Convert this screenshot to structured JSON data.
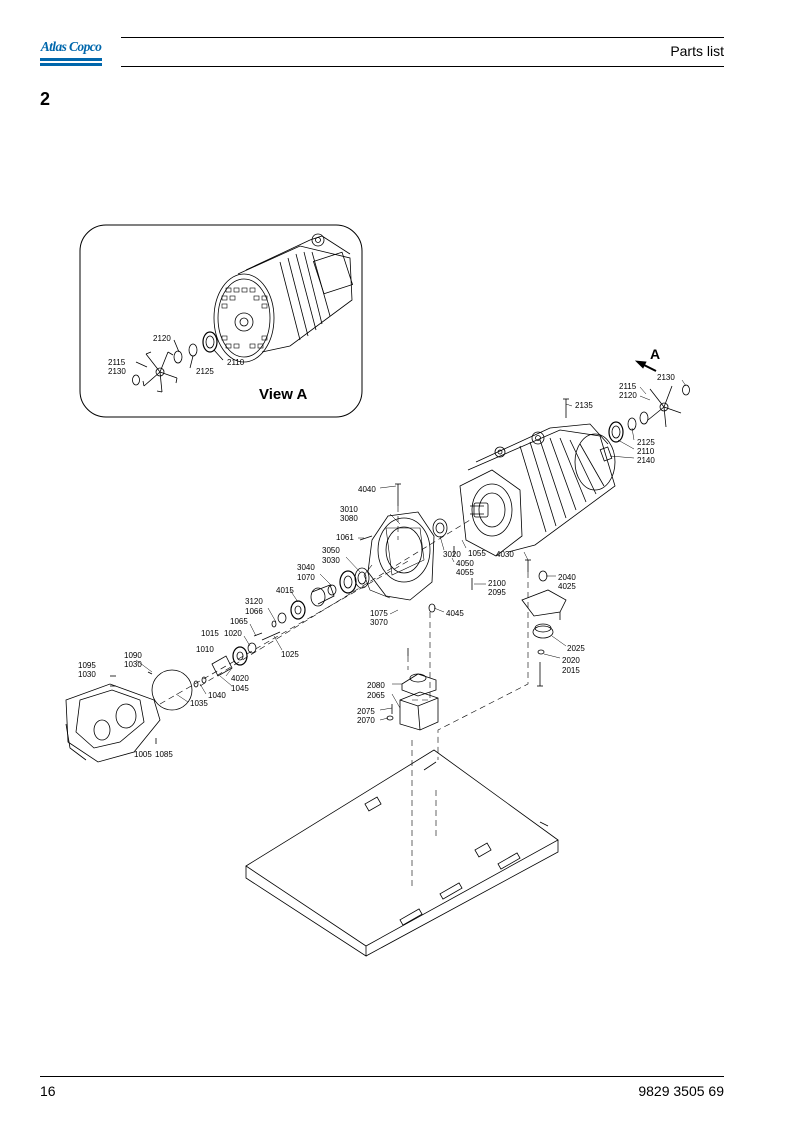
{
  "header": {
    "brand": "Atlas Copco",
    "title": "Parts list"
  },
  "section_number": "2",
  "inset": {
    "view_label": "View A",
    "callouts": [
      "2120",
      "2115",
      "2130",
      "2125",
      "2110"
    ]
  },
  "view_arrow_letter": "A",
  "callouts": {
    "c2130": "2130",
    "c2115": "2115",
    "c2120": "2120",
    "c2135": "2135",
    "c2125": "2125",
    "c2110": "2110",
    "c2140": "2140",
    "c4040": "4040",
    "c3010": "3010",
    "c3080": "3080",
    "c1061": "1061",
    "c3020": "3020",
    "c1055": "1055",
    "c4050": "4050",
    "c4055": "4055",
    "c4030": "4030",
    "c2040": "2040",
    "c4025": "4025",
    "c3050": "3050",
    "c3030": "3030",
    "c3040": "3040",
    "c1070": "1070",
    "c2100": "2100",
    "c2095": "2095",
    "c4015": "4015",
    "c3120": "3120",
    "c1066": "1066",
    "c1075": "1075",
    "c3070": "3070",
    "c4045": "4045",
    "c1065": "1065",
    "c1015": "1015",
    "c1020": "1020",
    "c1025": "1025",
    "c2025": "2025",
    "c2020": "2020",
    "c2015": "2015",
    "c1090": "1090",
    "c1030a": "1030",
    "c1095": "1095",
    "c1030b": "1030",
    "c1010": "1010",
    "c4020": "4020",
    "c1045": "1045",
    "c1040": "1040",
    "c1035": "1035",
    "c2080": "2080",
    "c2065": "2065",
    "c2075": "2075",
    "c2070": "2070",
    "c1005": "1005",
    "c1085": "1085"
  },
  "footer": {
    "page_number": "16",
    "document_number": "9829 3505 69"
  }
}
